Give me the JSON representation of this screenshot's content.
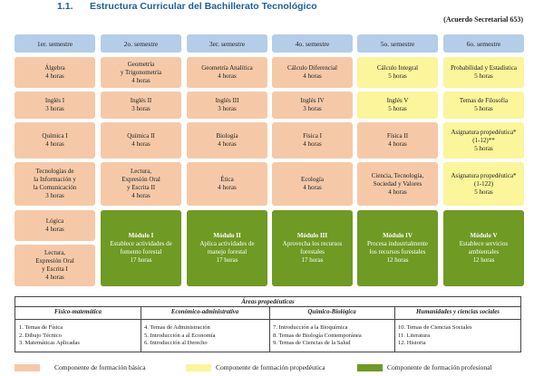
{
  "header": {
    "number": "1.1.",
    "title": "Estructura Curricular del Bachillerato Tecnológico"
  },
  "acuerdo": "(Acuerdo Secretarial 653)",
  "semesters": [
    "1er. semestre",
    "2o. semestre",
    "3er. semestre",
    "4o. semestre",
    "5o. semestre",
    "6o. semestre"
  ],
  "columns": [
    [
      {
        "lines": [
          "Álgebra",
          "4 horas"
        ]
      },
      {
        "lines": [
          "Inglés I",
          "3 horas"
        ]
      },
      {
        "lines": [
          "Química I",
          "4 horas"
        ]
      },
      {
        "lines": [
          "Tecnologías de",
          "la Información y",
          "la Comunicación",
          "3 horas"
        ]
      },
      {
        "lines": [
          "Lógica",
          "4 horas"
        ]
      },
      {
        "lines": [
          "Lectura,",
          "Expresión Oral",
          "y Escrita I",
          "4 horas"
        ]
      }
    ],
    [
      {
        "lines": [
          "Geometría",
          "y Trigonometría",
          "4 horas"
        ]
      },
      {
        "lines": [
          "Inglés II",
          "3 horas"
        ]
      },
      {
        "lines": [
          "Química II",
          "4 horas"
        ]
      },
      {
        "lines": [
          "Lectura,",
          "Expresión Oral",
          "y Escrita II",
          "4 horas"
        ]
      },
      {
        "lines": [
          "Módulo I",
          "Establece actividades de",
          "fomento forestal",
          "17 horas"
        ]
      }
    ],
    [
      {
        "lines": [
          "Geometría Analítica",
          "4 horas"
        ]
      },
      {
        "lines": [
          "Inglés III",
          "3 horas"
        ]
      },
      {
        "lines": [
          "Biología",
          "4 horas"
        ]
      },
      {
        "lines": [
          "Ética",
          "4 horas"
        ]
      },
      {
        "lines": [
          "Módulo II",
          "Aplica actividades de",
          "manejo forestal",
          "17 horas"
        ]
      }
    ],
    [
      {
        "lines": [
          "Cálculo Diferencial",
          "4 horas"
        ]
      },
      {
        "lines": [
          "Inglés IV",
          "3 horas"
        ]
      },
      {
        "lines": [
          "Física I",
          "4 horas"
        ]
      },
      {
        "lines": [
          "Ecología",
          "4 horas"
        ]
      },
      {
        "lines": [
          "Módulo III",
          "Aprovecha los recursos",
          "forestales",
          "17 horas"
        ]
      }
    ],
    [
      {
        "lines": [
          "Cálculo Integral",
          "5 horas"
        ]
      },
      {
        "lines": [
          "Inglés V",
          "5 horas"
        ]
      },
      {
        "lines": [
          "Física II",
          "4 horas"
        ]
      },
      {
        "lines": [
          "Ciencia, Tecnología,",
          "Sociedad y Valores",
          "4 horas"
        ]
      },
      {
        "lines": [
          "Módulo IV",
          "Procesa industrialmente",
          "los recursos forestales",
          "12 horas"
        ]
      }
    ],
    [
      {
        "lines": [
          "Probabilidad y Estadística",
          "5 horas"
        ]
      },
      {
        "lines": [
          "Temas de Filosofía",
          "5 horas"
        ]
      },
      {
        "lines": [
          "Asignatura propedéutica*",
          "(1-12)**",
          "5 horas"
        ]
      },
      {
        "lines": [
          "Asignatura propedéutica*",
          "(1-122)",
          "5 horas"
        ]
      },
      {
        "lines": [
          "Módulo V",
          "Establece servicios",
          "ambientales",
          "12 horas"
        ]
      }
    ]
  ],
  "areas": {
    "title": "Áreas propedéuticas",
    "columns": [
      {
        "head": "Físico-matemática",
        "items": [
          "1. Temas de Física",
          "2. Dibujo Técnico",
          "3. Matemáticas Aplicadas"
        ]
      },
      {
        "head": "Económico-administrativa",
        "items": [
          "4. Temas de Administración",
          "5. Introducción a al Economía",
          "6. Introducción al Derecho"
        ]
      },
      {
        "head": "Químico-Biológica",
        "items": [
          "7. Introducción a la Bioquímica",
          "8. Temas de Biología Contemporánea",
          "9. Temas de Ciencias de la Salud"
        ]
      },
      {
        "head": "Humanidades y ciencias sociales",
        "items": [
          "10. Temas de Ciencias Sociales",
          "11. Literatura",
          "12. Historia"
        ]
      }
    ]
  },
  "legend": [
    {
      "label": "Componente de formación básica",
      "color": "#f5c9a8"
    },
    {
      "label": "Componente de formación propedéutica",
      "color": "#fbf59b"
    },
    {
      "label": "Componente de formación profesional",
      "color": "#6f9a23"
    }
  ]
}
